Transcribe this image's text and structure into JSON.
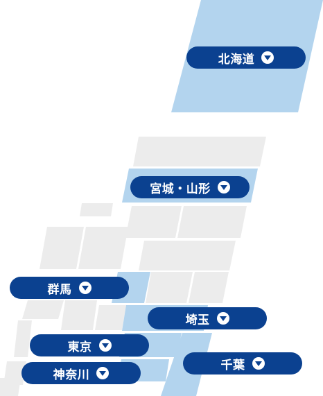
{
  "colors": {
    "highlight": "#b3d4ee",
    "gray": "#ececec",
    "pill_bg": "#0b4190",
    "pill_text": "#ffffff"
  },
  "regions": {
    "hokkaido": {
      "label": "北海道",
      "icon": "chevron-down-icon"
    },
    "miyagi_yamagata": {
      "label": "宮城・山形",
      "icon": "chevron-down-icon"
    },
    "gunma": {
      "label": "群馬",
      "icon": "chevron-down-icon"
    },
    "saitama": {
      "label": "埼玉",
      "icon": "chevron-down-icon"
    },
    "tokyo": {
      "label": "東京",
      "icon": "chevron-down-icon"
    },
    "chiba": {
      "label": "千葉",
      "icon": "chevron-down-icon"
    },
    "kanagawa": {
      "label": "神奈川",
      "icon": "chevron-down-icon"
    }
  }
}
